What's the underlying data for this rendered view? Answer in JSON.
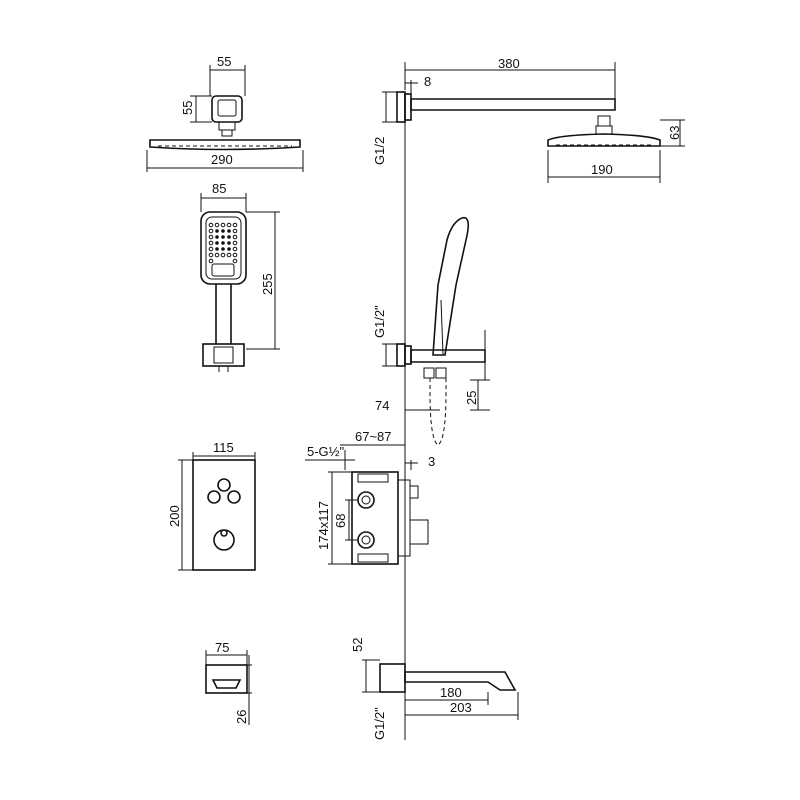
{
  "diagram": {
    "dims": {
      "arm_width": "55",
      "arm_height": "55",
      "head_width": "290",
      "handshower_width": "85",
      "handshower_height": "255",
      "panel_width": "115",
      "panel_height": "200",
      "spout_width": "75",
      "spout_depth": "26",
      "arm_length": "380",
      "arm_wall": "8",
      "inlet_top": "G1/2",
      "head_thickness": "63",
      "head_diameter": "190",
      "inlet_mid": "G1/2\"",
      "outlet_depth": "74",
      "outlet_height": "25",
      "valve_ports": "5-G½\"",
      "valve_depth": "67~87",
      "valve_offset": "3",
      "valve_size": "174x117",
      "valve_pitch": "68",
      "spout_height": "52",
      "spout_reach1": "180",
      "spout_reach2": "203",
      "inlet_bottom": "G1/2\""
    }
  }
}
